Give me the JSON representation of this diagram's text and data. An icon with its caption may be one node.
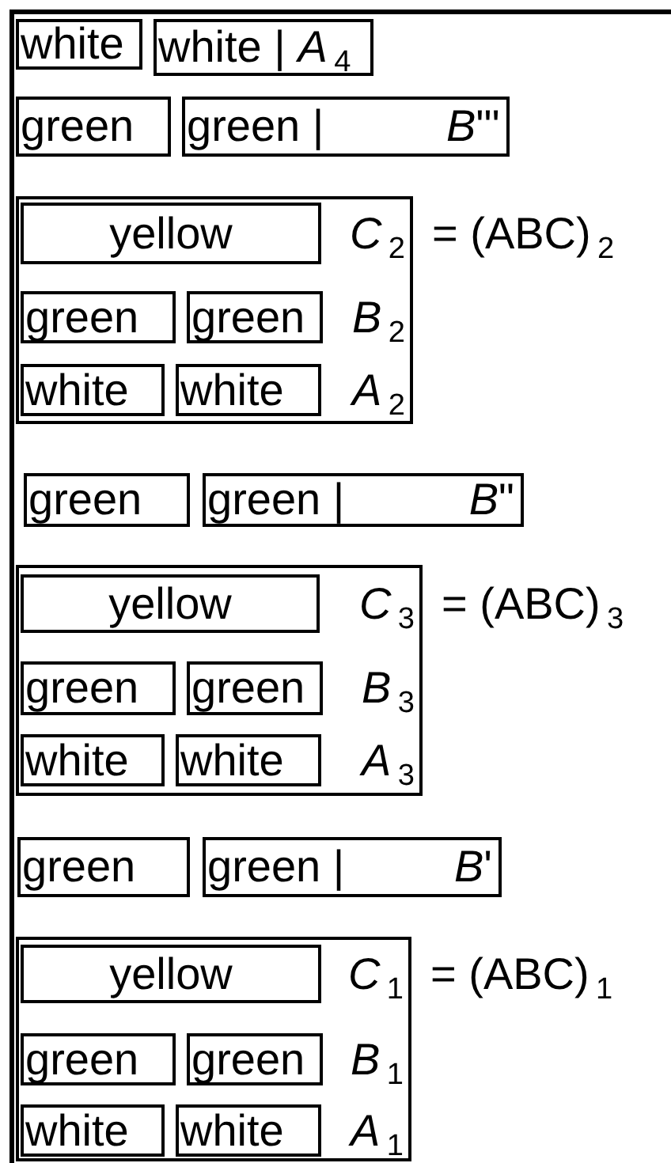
{
  "diagram": {
    "nodes": [
      {
        "text": [
          "white"
        ]
      },
      {
        "text": [
          "white | *A*$_{4}$"
        ]
      },
      {
        "text": [
          "green"
        ]
      },
      {
        "text": [
          "green |",
          "*B*\"'"
        ]
      },
      {
        "text": [
          "*C*$_{2}$",
          "*B*$_{2}$",
          "*A*$_{2}$"
        ],
        "beside": [
          "= (ABC)$_{2}$"
        ]
      },
      {
        "text": [
          "yellow"
        ],
        "in": 4
      },
      {
        "text": [
          "green"
        ],
        "in": 4
      },
      {
        "text": [
          "green"
        ],
        "in": 4
      },
      {
        "text": [
          "white"
        ],
        "in": 4
      },
      {
        "text": [
          "white"
        ],
        "in": 4
      },
      {
        "text": [
          "green"
        ]
      },
      {
        "text": [
          "green |",
          "*B*\""
        ]
      },
      {
        "text": [
          "*C*$_{3}$",
          "*B*$_{3}$",
          "*A*$_{3}$"
        ],
        "beside": [
          "= (ABC)$_{3}$"
        ]
      },
      {
        "text": [
          "yellow"
        ],
        "in": 12
      },
      {
        "text": [
          "green"
        ],
        "in": 12
      },
      {
        "text": [
          "green"
        ],
        "in": 12
      },
      {
        "text": [
          "white"
        ],
        "in": 12
      },
      {
        "text": [
          "white"
        ],
        "in": 12
      },
      {
        "text": [
          "green"
        ]
      },
      {
        "text": [
          "green |",
          "*B*'"
        ]
      },
      {
        "text": [
          "*C*$_{1}$",
          "*B*$_{1}$",
          "*A*$_{1}$"
        ],
        "beside": [
          "= (ABC)$_{1}$"
        ]
      },
      {
        "text": [
          "yellow"
        ],
        "in": 20
      },
      {
        "text": [
          "green"
        ],
        "in": 20
      },
      {
        "text": [
          "green"
        ],
        "in": 20
      },
      {
        "text": [
          "white"
        ],
        "in": 20
      },
      {
        "text": [
          "white"
        ],
        "in": 20
      }
    ]
  }
}
